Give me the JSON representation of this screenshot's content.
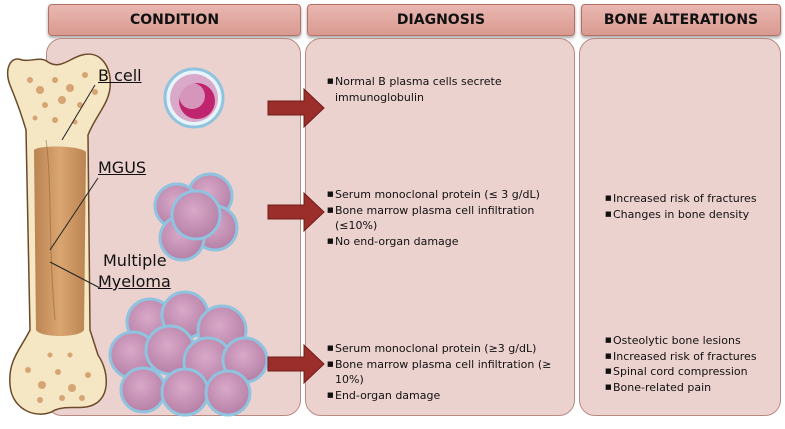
{
  "headers": {
    "condition": "CONDITION",
    "diagnosis": "DIAGNOSIS",
    "bone": "BONE ALTERATIONS"
  },
  "labels": {
    "bcell": "B cell",
    "mgus": "MGUS",
    "mm1": "Multiple",
    "mm2": "Myeloma"
  },
  "diagnosis": {
    "bcell": [
      "Normal B plasma cells secrete immunoglobulin"
    ],
    "mgus": [
      "Serum monoclonal protein (≤ 3 g/dL)",
      "Bone marrow plasma cell infiltration (≤10%)",
      "No end-organ damage"
    ],
    "mm": [
      "Serum monoclonal protein (≥3 g/dL)",
      "Bone marrow plasma cell infiltration (≥ 10%)",
      "End-organ damage"
    ]
  },
  "bone": {
    "mgus": [
      "Increased risk of fractures",
      "Changes in bone density"
    ],
    "mm": [
      "Osteolytic bone lesions",
      "Increased risk of fractures",
      "Spinal cord compression",
      "Bone-related pain"
    ]
  },
  "colors": {
    "header": "#dfa69d",
    "panel": "#ecd2ce",
    "arrow": "#9b2e2b",
    "bone_fill": "#f4e4bf",
    "bone_marrow": "#c98a52",
    "cell_fill": "#c896b8",
    "cell_edge": "#8fc3df",
    "bcell_nucleus": "#c0246e"
  }
}
